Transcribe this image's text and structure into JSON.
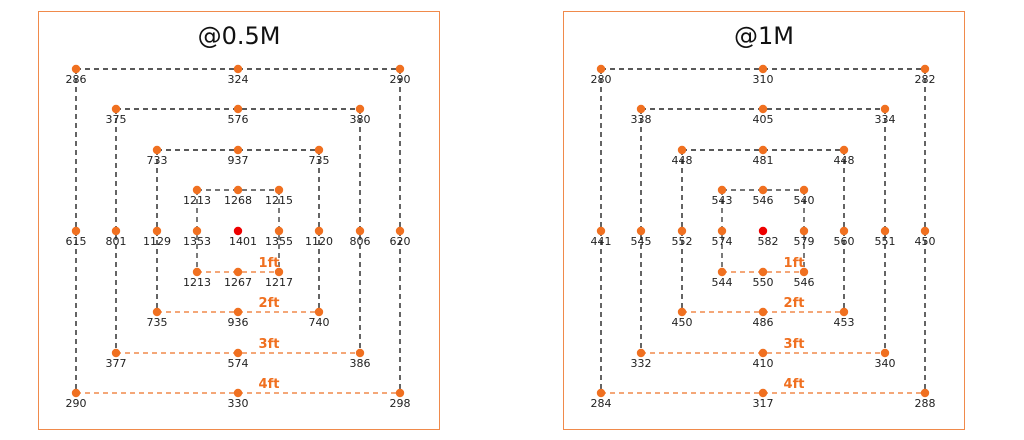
{
  "colors": {
    "frame": "#f08a4b",
    "dot": "#f07020",
    "center_dot": "#ee0000",
    "dash_black": "#222222",
    "dash_orange": "#f08a4b"
  },
  "ring_labels": [
    "1ft",
    "2ft",
    "3ft",
    "4ft"
  ],
  "panels": [
    {
      "title": "@0.5M",
      "center": "1401",
      "rings": [
        {
          "tl": "1213",
          "tm": "1268",
          "tr": "1215",
          "ml": "1353",
          "mr": "1355",
          "bl": "1213",
          "bm": "1267",
          "br": "1217"
        },
        {
          "tl": "733",
          "tm": "937",
          "tr": "735",
          "ml": "1129",
          "mr": "1120",
          "bl": "735",
          "bm": "936",
          "br": "740"
        },
        {
          "tl": "375",
          "tm": "576",
          "tr": "380",
          "ml": "801",
          "mr": "806",
          "bl": "377",
          "bm": "574",
          "br": "386"
        },
        {
          "tl": "286",
          "tm": "324",
          "tr": "290",
          "ml": "615",
          "mr": "620",
          "bl": "290",
          "bm": "330",
          "br": "298"
        }
      ]
    },
    {
      "title": "@1M",
      "center": "582",
      "rings": [
        {
          "tl": "543",
          "tm": "546",
          "tr": "540",
          "ml": "574",
          "mr": "579",
          "bl": "544",
          "bm": "550",
          "br": "546"
        },
        {
          "tl": "448",
          "tm": "481",
          "tr": "448",
          "ml": "552",
          "mr": "560",
          "bl": "450",
          "bm": "486",
          "br": "453"
        },
        {
          "tl": "338",
          "tm": "405",
          "tr": "334",
          "ml": "545",
          "mr": "551",
          "bl": "332",
          "bm": "410",
          "br": "340"
        },
        {
          "tl": "280",
          "tm": "310",
          "tr": "282",
          "ml": "441",
          "mr": "450",
          "bl": "284",
          "bm": "317",
          "br": "288"
        }
      ]
    }
  ]
}
